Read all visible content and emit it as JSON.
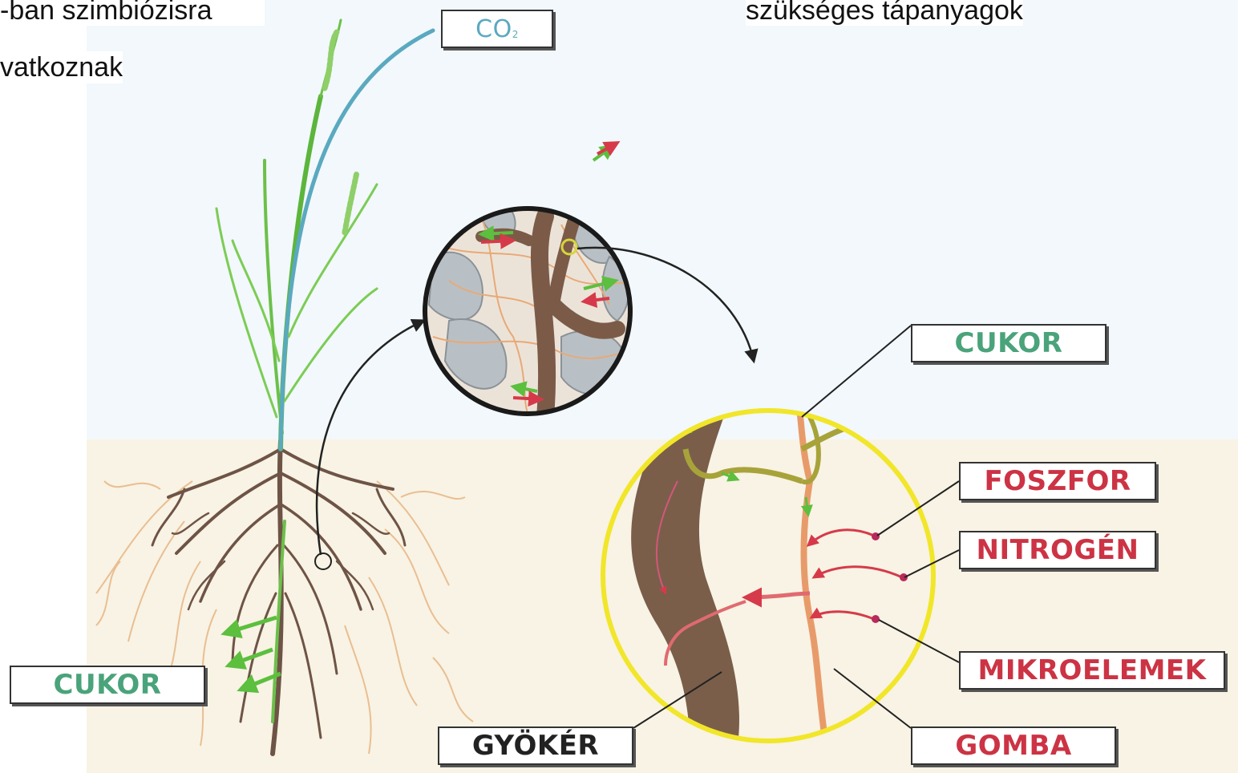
{
  "background_text": {
    "line1": "-ban szimbiózisra",
    "line2": "vatkoznak",
    "right": "szükséges tápanyagok"
  },
  "labels": {
    "co2_main": "CO",
    "co2_sub": "2",
    "cukor_top": "CUKOR",
    "foszfor": "FOSZFOR",
    "nitrogen": "NITROGÉN",
    "mikroelemek": "MIKROELEMEK",
    "gomba": "GOMBA",
    "gyoker": "GYÖKÉR",
    "cukor_left": "CUKOR"
  },
  "colors": {
    "sugar": "#4aa37a",
    "nutrient": "#cc3344",
    "root": "#7a5e4a",
    "fungus": "#e8a977",
    "stem": "#6cc04a",
    "co2": "#5aa9c0",
    "ring": "#f1e629"
  }
}
